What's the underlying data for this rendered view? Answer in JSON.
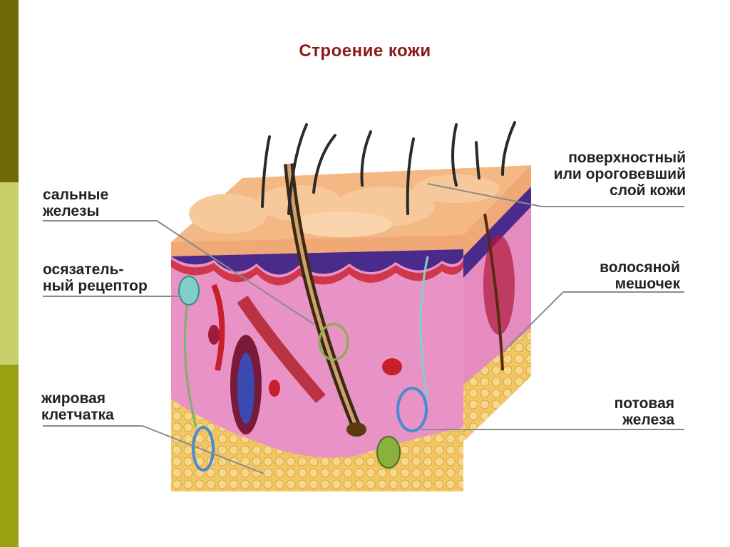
{
  "title": "Строение кожи",
  "labels": {
    "sebaceous": [
      "сальные",
      "железы"
    ],
    "receptor": [
      "осязатель-",
      "ный рецептор"
    ],
    "fat": [
      "жировая",
      "клетчатка"
    ],
    "surface": [
      "поверхностный",
      "или ороговевший",
      "слой кожи"
    ],
    "follicle": [
      "волосяной",
      "мешочек"
    ],
    "sweat": [
      "потовая",
      "железа"
    ]
  },
  "colors": {
    "title": "#8b1a1a",
    "sidebar_top": "#6e6a05",
    "sidebar_mid": "#c9cf6a",
    "sidebar_bot": "#9aa010",
    "epidermis": "#f3b883",
    "dermis": "#e992c6",
    "fat": "#f2c763",
    "basal": "#4a2a8a",
    "vessel_red": "#c8202a",
    "nerve": "#7fd0c8"
  }
}
